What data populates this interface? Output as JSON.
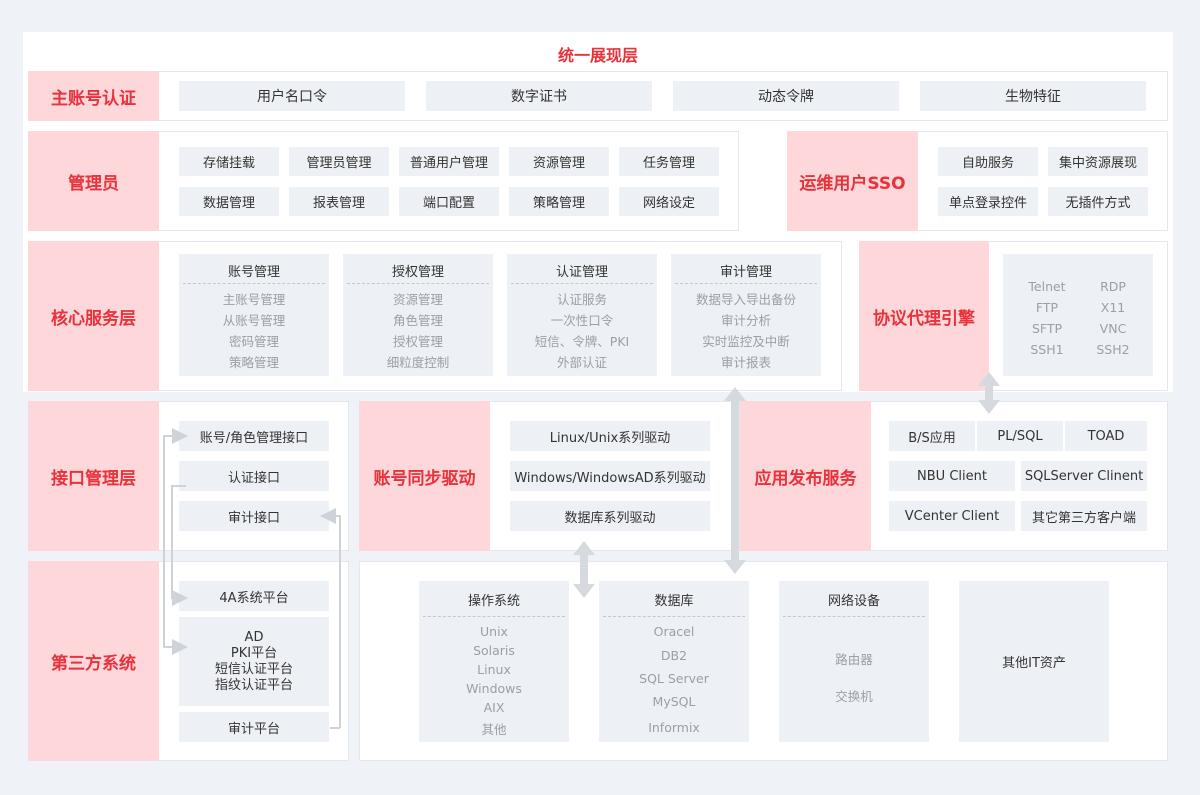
{
  "presentation_layer": {
    "title": "统一展现层"
  },
  "master_account_auth": {
    "title": "主账号认证",
    "items": [
      "用户名口令",
      "数字证书",
      "动态令牌",
      "生物特征"
    ]
  },
  "admin": {
    "title": "管理员",
    "items": [
      "存储挂载",
      "管理员管理",
      "普通用户管理",
      "资源管理",
      "任务管理",
      "数据管理",
      "报表管理",
      "端口配置",
      "策略管理",
      "网络设定"
    ]
  },
  "ops_sso": {
    "title": "运维用户SSO",
    "items": [
      "自助服务",
      "集中资源展现",
      "单点登录控件",
      "无插件方式"
    ]
  },
  "core_service": {
    "title": "核心服务层",
    "cards": [
      {
        "heading": "账号管理",
        "items": [
          "主账号管理",
          "从账号管理",
          "密码管理",
          "策略管理"
        ]
      },
      {
        "heading": "授权管理",
        "items": [
          "资源管理",
          "角色管理",
          "授权管理",
          "细粒度控制"
        ]
      },
      {
        "heading": "认证管理",
        "items": [
          "认证服务",
          "一次性口令",
          "短信、令牌、PKI",
          "外部认证"
        ]
      },
      {
        "heading": "审计管理",
        "items": [
          "数据导入导出备份",
          "审计分析",
          "实时监控及中断",
          "审计报表"
        ]
      }
    ]
  },
  "protocol_proxy": {
    "title": "协议代理引擎",
    "protocols": [
      "Telnet",
      "RDP",
      "FTP",
      "X11",
      "SFTP",
      "VNC",
      "SSH1",
      "SSH2"
    ]
  },
  "interface_layer": {
    "title": "接口管理层",
    "items": [
      "账号/角色管理接口",
      "认证接口",
      "审计接口"
    ]
  },
  "account_sync": {
    "title": "账号同步驱动",
    "items": [
      "Linux/Unix系列驱动",
      "Windows/WindowsAD系列驱动",
      "数据库系列驱动"
    ]
  },
  "app_publish": {
    "title": "应用发布服务",
    "items": [
      "B/S应用",
      "PL/SQL",
      "TOAD",
      "NBU Client",
      "SQLServer Clinent",
      "VCenter Client",
      "其它第三方客户端"
    ]
  },
  "third_party": {
    "title": "第三方系统",
    "platform_4a": "4A系统平台",
    "auth_platforms": [
      "AD",
      "PKI平台",
      "短信认证平台",
      "指纹认证平台"
    ],
    "audit_platform": "审计平台"
  },
  "resources": {
    "cards": [
      {
        "heading": "操作系统",
        "items": [
          "Unix",
          "Solaris",
          "Linux",
          "Windows",
          "AIX",
          "其他"
        ]
      },
      {
        "heading": "数据库",
        "items": [
          "Oracel",
          "DB2",
          "SQL Server",
          "MySQL",
          "Informix"
        ]
      },
      {
        "heading": "网络设备",
        "items": [
          "路由器",
          "交换机"
        ]
      }
    ],
    "other": "其他IT资产"
  },
  "colors": {
    "accent": "#e8323c",
    "title_bg": "#fdd7d9",
    "cell_bg": "#edf0f4",
    "arrow": "#cfd3d9"
  }
}
